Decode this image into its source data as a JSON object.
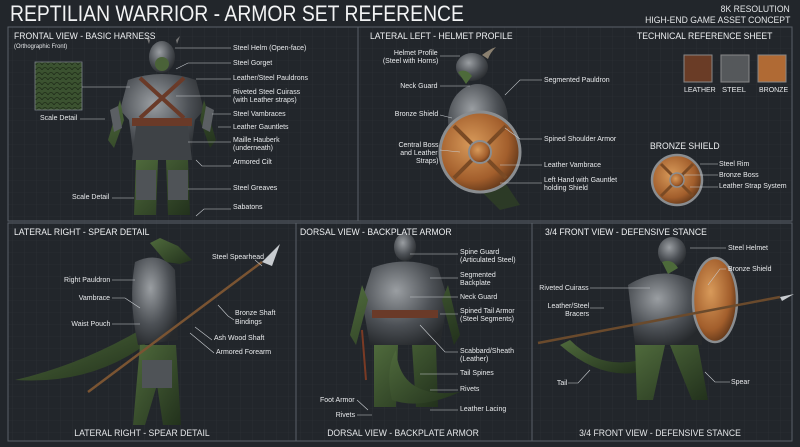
{
  "header": {
    "title": "REPTILIAN WARRIOR - ARMOR SET REFERENCE",
    "resolution": "8K RESOLUTION",
    "subtitle": "HIGH-END GAME ASSET CONCEPT"
  },
  "frontal": {
    "heading": "FRONTAL VIEW - BASIC HARNESS",
    "subheading": "(Orthographic Front)",
    "scale_detail_1": "Scale Detail",
    "scale_detail_2": "Scale Detail",
    "labels": [
      "Steel Helm (Open-face)",
      "Steel Gorget",
      "Leather/Steel Pauldrons",
      "Riveted Steel Cuirass",
      "(with Leather straps)",
      "Steel Vambraces",
      "Leather Gauntlets",
      "Maille Hauberk",
      "(underneath)",
      "Armored Cilt",
      "Steel Greaves",
      "Sabatons"
    ]
  },
  "lateral_left": {
    "heading": "LATERAL LEFT - HELMET PROFILE",
    "left_labels": [
      "Helmet Profile",
      "(Steel with Horns)",
      "Neck Guard",
      "Bronze Shield",
      "Central Boss",
      "and Leather",
      "Straps)"
    ],
    "right_labels": [
      "Segmented Pauldron",
      "Spined Shoulder Armor",
      "Leather Vambrace",
      "Left Hand with Gauntlet",
      "holding Shield"
    ]
  },
  "tech_sheet": {
    "heading": "TECHNICAL REFERENCE SHEET",
    "materials": [
      {
        "name": "LEATHER",
        "color": "#6a3c26"
      },
      {
        "name": "STEEL",
        "color": "#55585b"
      },
      {
        "name": "BRONZE",
        "color": "#b06a34"
      }
    ],
    "shield_heading": "BRONZE SHIELD",
    "shield_labels": [
      "Steel Rim",
      "Bronze Boss",
      "Leather Strap System"
    ]
  },
  "lateral_right": {
    "heading": "LATERAL RIGHT - SPEAR DETAIL",
    "caption": "LATERAL RIGHT - SPEAR DETAIL",
    "labels": [
      "Steel Spearhead",
      "Right Pauldron",
      "Vambrace",
      "Waist Pouch",
      "Bronze Shaft",
      "Bindings",
      "Ash Wood Shaft",
      "Armored Forearm"
    ]
  },
  "dorsal": {
    "heading": "DORSAL VIEW - BACKPLATE ARMOR",
    "caption": "DORSAL VIEW - BACKPLATE ARMOR",
    "labels": [
      "Spine Guard",
      "(Articulated Steel)",
      "Segmented",
      "Backplate",
      "Neck Guard",
      "Spined Tail Armor",
      "(Steel Segments)",
      "Scabbard/Sheath",
      "(Leather)",
      "Tail Spines",
      "Rivets",
      "Leather Lacing",
      "Foot Armor",
      "Rivets"
    ]
  },
  "three_quarter": {
    "heading": "3/4 FRONT VIEW - DEFENSIVE STANCE",
    "caption": "3/4 FRONT VIEW - DEFENSIVE STANCE",
    "labels": [
      "Steel Helmet",
      "Bronze Shield",
      "Riveted Cuirass",
      "Leather/Steel",
      "Bracers",
      "Tail",
      "Spear"
    ]
  },
  "colors": {
    "background": "#22262b",
    "frame": "#5a6068",
    "leader": "#c8ccd0"
  }
}
